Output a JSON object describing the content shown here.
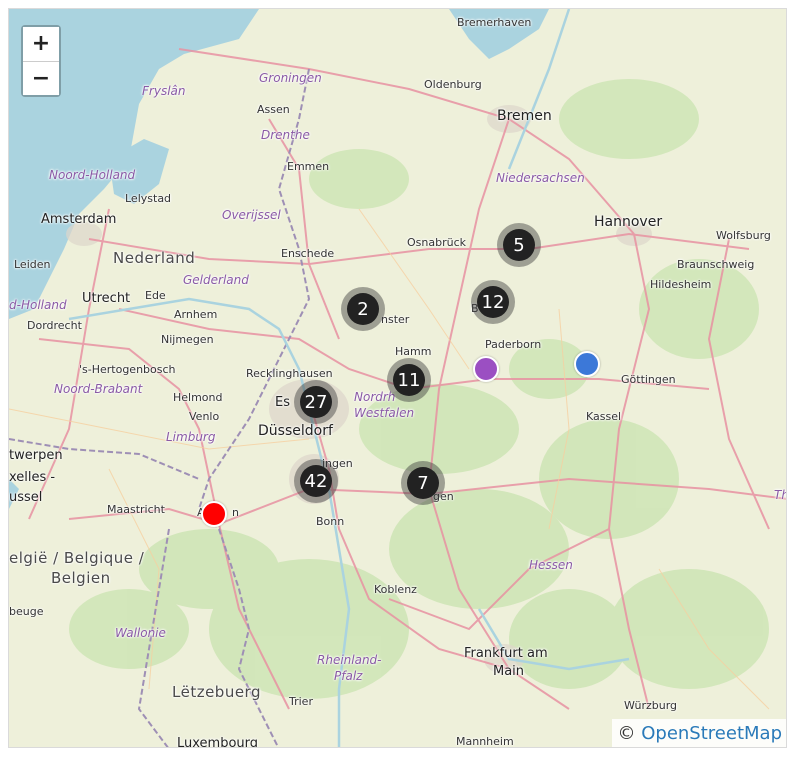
{
  "map": {
    "zoom_in_label": "+",
    "zoom_out_label": "−",
    "attribution_symbol": "©",
    "attribution_link": "OpenStreetMap",
    "colors": {
      "land": "#eef0da",
      "water": "#aad3df",
      "forest": "#cfe5b7",
      "road": "#e892a2",
      "motorway": "#e892a2",
      "border": "#9e8fb5"
    },
    "labels": {
      "bremerhaven": "Bremerhaven",
      "oldenburg": "Oldenburg",
      "bremen": "Bremen",
      "groningen": "Groningen",
      "fryslan": "Fryslân",
      "assen": "Assen",
      "drenthe": "Drenthe",
      "emmen": "Emmen",
      "niedersachsen": "Niedersachsen",
      "noord_holland": "Noord-Holland",
      "lelystad": "Lelystad",
      "overijssel": "Overijssel",
      "hannover": "Hannover",
      "amsterdam": "Amsterdam",
      "enschede": "Enschede",
      "osnabruck": "Osnabrück",
      "wolfsburg": "Wolfsburg",
      "leiden": "Leiden",
      "nederland": "Nederland",
      "gelderland": "Gelderland",
      "braunschweig": "Braunschweig",
      "zuid_holland": "d-Holland",
      "utrecht": "Utrecht",
      "ede": "Ede",
      "hildesheim": "Hildesheim",
      "dordrecht": "Dordrecht",
      "arnhem": "Arnhem",
      "munster": "nster",
      "bielefeld": "B",
      "nijmegen": "Nijmegen",
      "paderborn": "Paderborn",
      "hertogenbosch": "'s-Hertogenbosch",
      "recklinghausen": "Recklinghausen",
      "hamm": "Hamm",
      "noord_brabant": "Noord-Brabant",
      "helmond": "Helmond",
      "essen": "Es",
      "nordrhein": "Nordrh",
      "westfalen": "Westfalen",
      "gottingen": "Göttingen",
      "venlo": "Venlo",
      "limburg": "Limburg",
      "dusseldorf": "Düsseldorf",
      "kassel": "Kassel",
      "antwerpen": "twerpen",
      "bruxelles": "xelles -",
      "brussel": "ussel",
      "solingen": "ingen",
      "maastricht": "Maastricht",
      "aachen": "A",
      "aachen_end": "n",
      "siegen": "gen",
      "bonn": "Bonn",
      "thuringen": "Th",
      "belgie": "elgië / Belgique /",
      "belgien": "Belgien",
      "hessen": "Hessen",
      "koblenz": "Koblenz",
      "leuge": "beuge",
      "wallonie": "Wallonie",
      "rheinland": "Rheinland-",
      "pfalz": "Pfalz",
      "frankfurt": "Frankfurt am",
      "main": "Main",
      "letzebuerg": "Lëtzebuerg",
      "trier": "Trier",
      "wurzburg": "Würzburg",
      "luxembourg": "Luxembourg",
      "mannheim": "Mannheim"
    },
    "clusters": [
      {
        "id": "osnabrueck-east",
        "count": "5"
      },
      {
        "id": "bielefeld",
        "count": "12"
      },
      {
        "id": "muenster",
        "count": "2"
      },
      {
        "id": "hamm",
        "count": "11"
      },
      {
        "id": "essen",
        "count": "27"
      },
      {
        "id": "cologne",
        "count": "42"
      },
      {
        "id": "siegen",
        "count": "7"
      }
    ],
    "markers": [
      {
        "id": "aachen",
        "color": "#ff0000"
      },
      {
        "id": "paderborn",
        "color": "#9b4fc2"
      },
      {
        "id": "goettingen-west",
        "color": "#3c78d8"
      }
    ]
  }
}
